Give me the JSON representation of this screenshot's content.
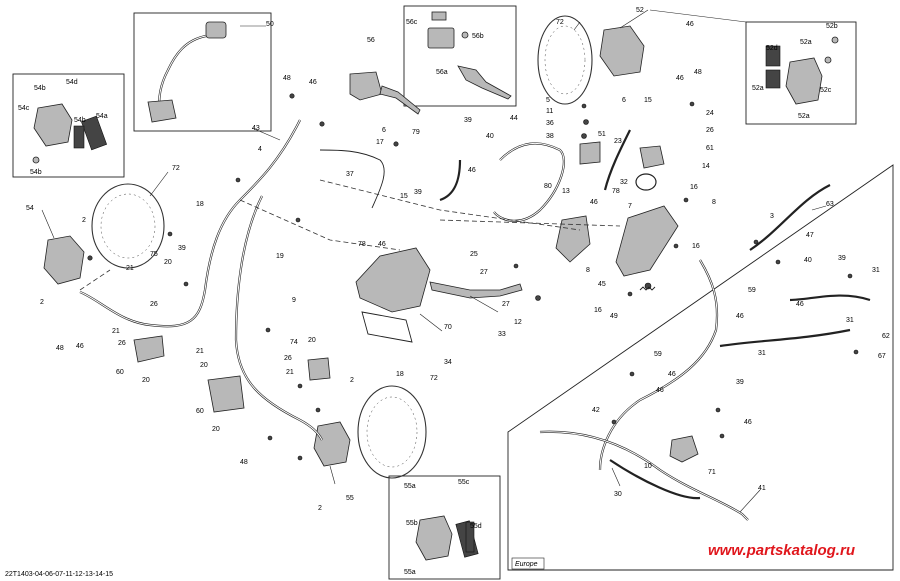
{
  "diagram_id": "22T1403-04-06-07-11-12-13-14-15",
  "watermark": "www.partskatalog.ru",
  "region_label": "Europe",
  "callouts": {
    "c50": "50",
    "c56": "56",
    "c56c": "56c",
    "c56b": "56b",
    "c56a": "56a",
    "c72a": "72",
    "c52": "52",
    "c46a": "46",
    "c52b": "52b",
    "c52d": "52d",
    "c52a1": "52a",
    "c52a2": "52a",
    "c52a3": "52a",
    "c52c": "52c",
    "c54b1": "54b",
    "c54d": "54d",
    "c54c": "54c",
    "c54b2": "54b",
    "c54a": "54a",
    "c54b3": "54b",
    "c48a": "48",
    "c46b": "46",
    "c43": "43",
    "c4": "4",
    "c79": "79",
    "c39a": "39",
    "c40a": "40",
    "c44": "44",
    "c5": "5",
    "c11": "11",
    "c36": "36",
    "c38": "38",
    "c51": "51",
    "c6": "6",
    "c15a": "15",
    "c46c": "46",
    "c48b": "48",
    "c24": "24",
    "c26a": "26",
    "c61": "61",
    "c14": "14",
    "c32": "32",
    "c23": "23",
    "c13": "13",
    "c78a": "78",
    "c80": "80",
    "c16a": "16",
    "c46d": "46",
    "c7": "7",
    "c8a": "8",
    "c16b": "16",
    "c45": "45",
    "c16c": "16",
    "c49": "49",
    "c72b": "72",
    "c18a": "18",
    "c54": "54",
    "c2a": "2",
    "c39b": "39",
    "c19": "19",
    "c37": "37",
    "c17": "17",
    "c6b": "6",
    "c39c": "39",
    "c46e": "46",
    "c78b": "78",
    "c15b": "15",
    "c46f": "46",
    "c25": "25",
    "c27a": "27",
    "c27b": "27",
    "c12": "12",
    "c33": "33",
    "c75": "75",
    "c20a": "20",
    "c21a": "21",
    "c26b": "26",
    "c9": "9",
    "c70": "70",
    "c34": "34",
    "c2b": "2",
    "c48c": "48",
    "c46g": "46",
    "c21b": "21",
    "c26c": "26",
    "c60a": "60",
    "c20b": "20",
    "c74": "74",
    "c20c": "20",
    "c21c": "21",
    "c26d": "26",
    "c20d": "20",
    "c21d": "21",
    "c60b": "60",
    "c20e": "20",
    "c2c": "2",
    "c18b": "18",
    "c72c": "72",
    "c48d": "48",
    "c55": "55",
    "c2d": "2",
    "c55a1": "55a",
    "c55c": "55c",
    "c55b": "55b",
    "c55d": "55d",
    "c55a2": "55a",
    "c63": "63",
    "c3": "3",
    "c47": "47",
    "c40b": "40",
    "c39d": "39",
    "c31a": "31",
    "c59a": "59",
    "c46h": "46",
    "c46i": "46",
    "c31b": "31",
    "c62": "62",
    "c31c": "31",
    "c67": "67",
    "c59b": "59",
    "c46j": "46",
    "c39e": "39",
    "c42": "42",
    "c46k": "46",
    "c46l": "46",
    "c10": "10",
    "c71": "71",
    "c30": "30",
    "c41": "41",
    "c8b": "8"
  },
  "colors": {
    "watermark": "#e0161c",
    "line": "#222222",
    "fill": "#b8b8b8"
  }
}
